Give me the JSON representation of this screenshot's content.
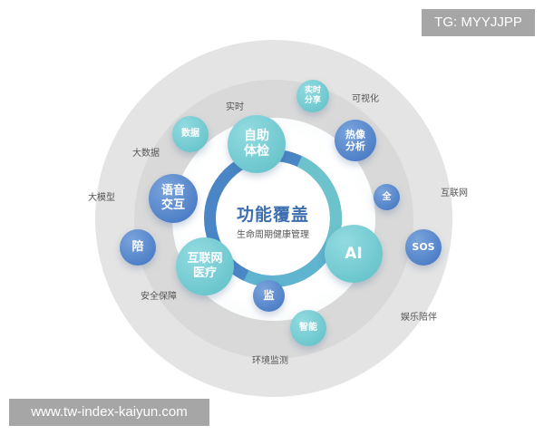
{
  "watermarks": {
    "top_right": "TG: MYYJJPP",
    "bottom_left": "www.tw-index-kaiyun.com"
  },
  "center": {
    "title": "功能覆盖",
    "subtitle": "生命周期健康管理"
  },
  "bubbles": {
    "self_check": "自助\n体检",
    "data": "数据",
    "realtime_share": "实时\n分享",
    "thermal": "热像\n分析",
    "full": "全",
    "voice": "语音\n交互",
    "accompany": "陪",
    "internet_medical": "互联网\n医疗",
    "ai": "AI",
    "sos": "SOS",
    "monitor": "监",
    "smart": "智能"
  },
  "ring_labels": {
    "realtime": "实时",
    "visualization": "可视化",
    "big_data": "大数据",
    "big_model": "大模型",
    "internet": "互联网",
    "safety": "安全保障",
    "entertainment": "娱乐陪伴",
    "environment": "环境监测"
  },
  "colors": {
    "teal": "#5ebfc6",
    "blue": "#3f72bf",
    "ring_outer": "#e4e4e4",
    "ring_middle": "#d9d9d9",
    "title": "#3d6fb0"
  }
}
